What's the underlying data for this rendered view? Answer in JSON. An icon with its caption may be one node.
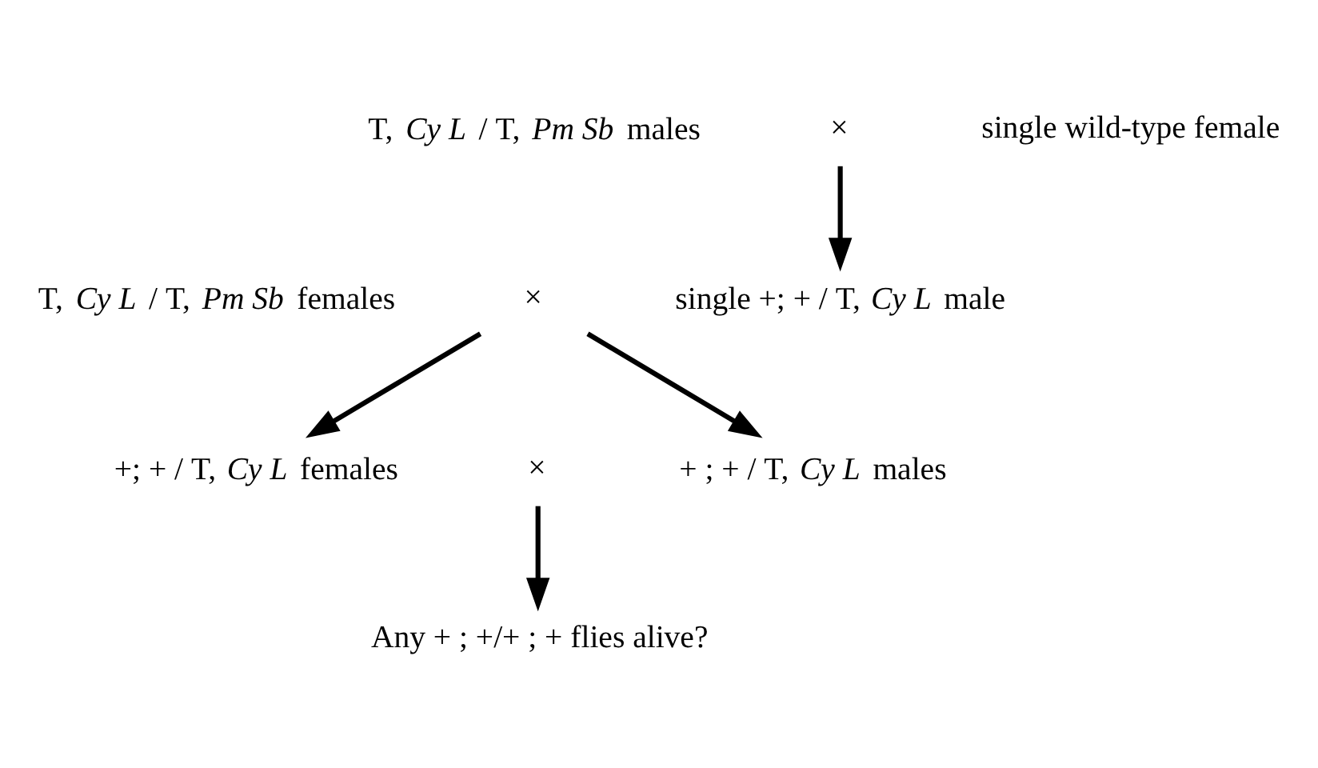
{
  "diagram": {
    "nodes": [
      {
        "text": [
          "T, *Cy L* / T, *Pm Sb* males"
        ]
      },
      {
        "text": [
          "×"
        ]
      },
      {
        "text": [
          "single wild-type female"
        ]
      },
      {
        "text": [
          "T, *Cy L* / T, *Pm Sb* females"
        ]
      },
      {
        "text": [
          "×"
        ]
      },
      {
        "text": [
          "single +; + / T, *Cy L* male"
        ]
      },
      {
        "text": [
          "+; + / T, *Cy L* females"
        ]
      },
      {
        "text": [
          "×"
        ]
      },
      {
        "text": [
          "+ ; + / T, *Cy L* males"
        ]
      },
      {
        "text": [
          "Any + ; +/+ ; + flies alive?"
        ]
      }
    ],
    "edges": [
      {
        "from": 1,
        "to": 5,
        "arrow": "to"
      },
      {
        "from": 4,
        "to": 6,
        "arrow": "to"
      },
      {
        "from": 4,
        "to": 8,
        "arrow": "to"
      },
      {
        "from": 7,
        "to": 9,
        "arrow": "to"
      }
    ]
  }
}
